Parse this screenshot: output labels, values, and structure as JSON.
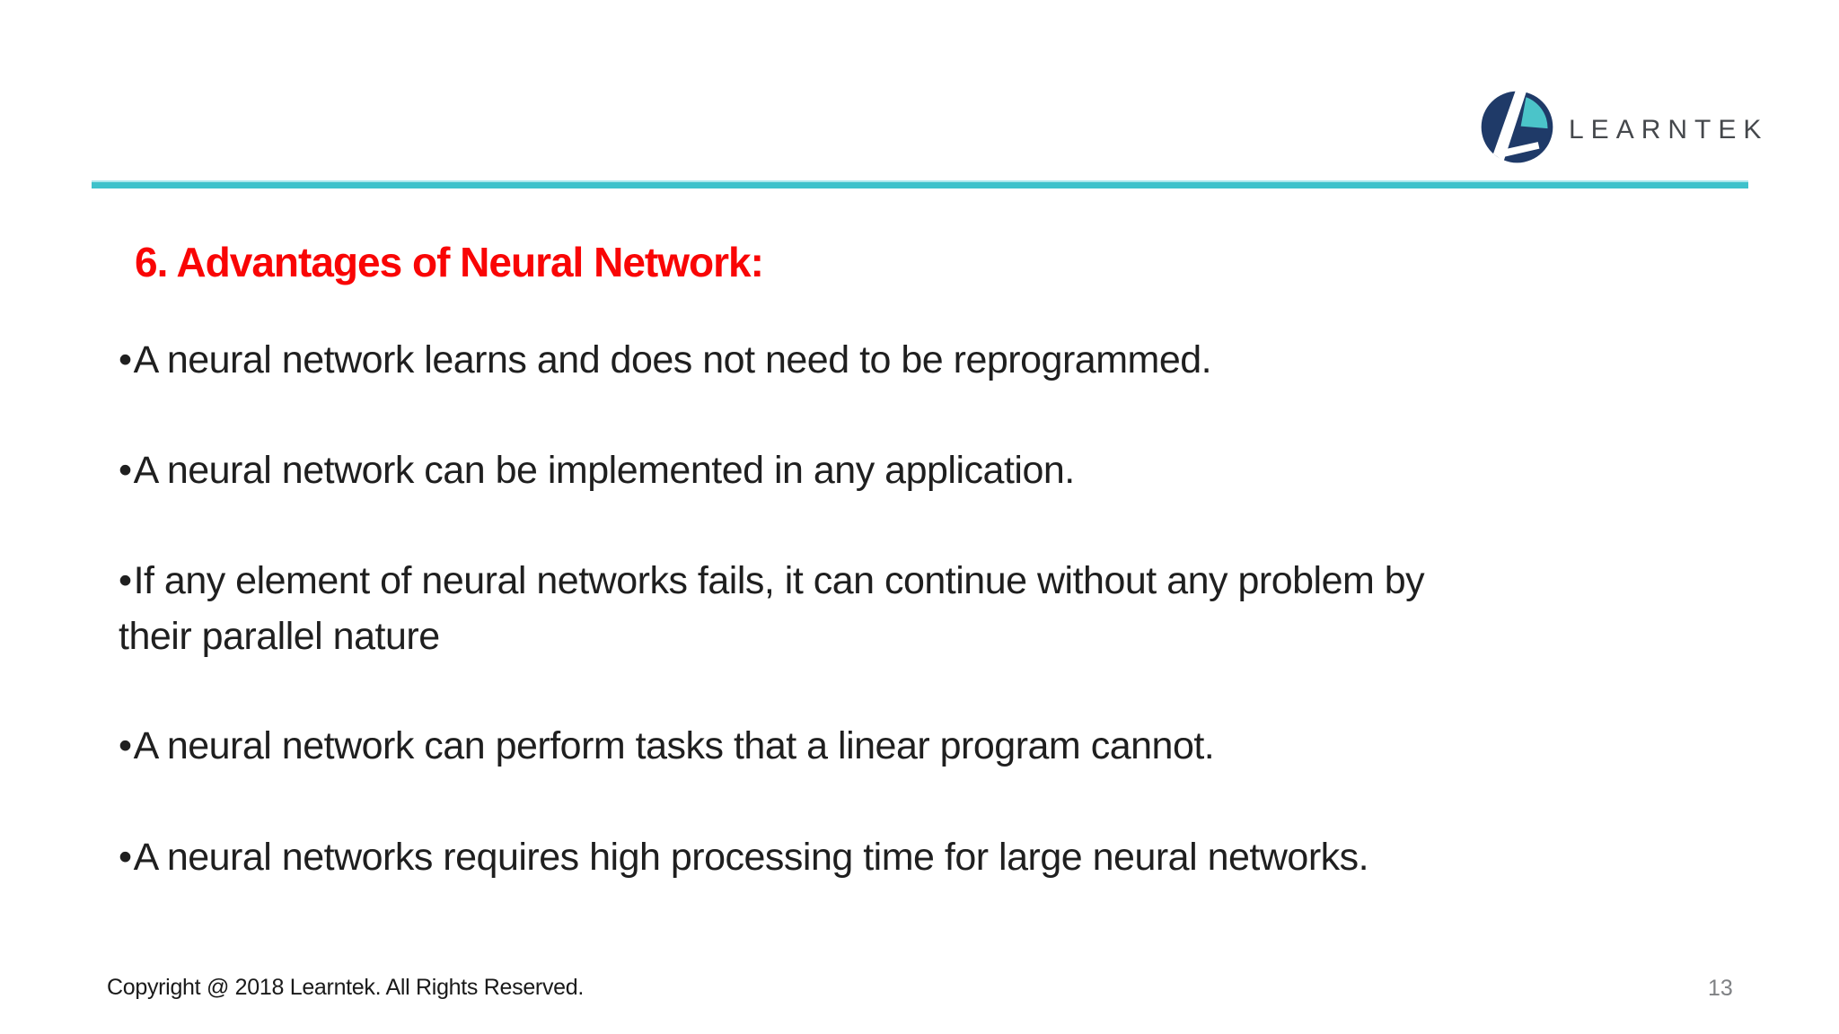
{
  "slide": {
    "logo": {
      "brand": "LEARNTEK"
    },
    "heading": "6. Advantages of Neural Network:",
    "bullet_glyph": "•",
    "bullets": [
      "A neural network learns and does not need to be reprogrammed.",
      "A neural network can be implemented in any application.",
      "If  any element of neural networks fails, it can continue without any problem by\ntheir parallel nature",
      "A neural network can perform tasks that a linear program cannot.",
      "A neural networks requires high processing time for large neural networks."
    ],
    "footer": {
      "copyright": "Copyright @ 2018 Learntek. All Rights Reserved.",
      "page_number": "13"
    },
    "colors": {
      "accent_teal": "#3EC2CB",
      "heading_red": "#F90505",
      "logo_navy": "#1F3A68",
      "logo_teal": "#4BC4C9",
      "body_text": "#1F1F1F",
      "wordmark_gray": "#45484C",
      "page_number_gray": "#7F8184"
    }
  }
}
